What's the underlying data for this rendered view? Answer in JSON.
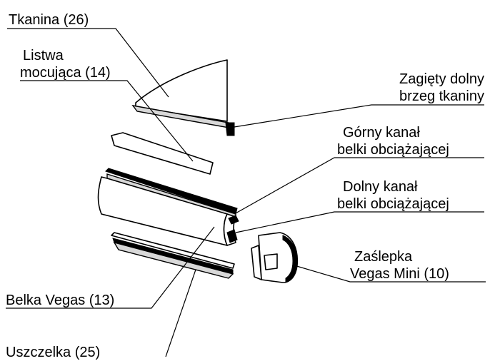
{
  "labels": {
    "tkanina": "Tkanina (26)",
    "listwa_1": "Listwa",
    "listwa_2": "mocująca (14)",
    "zagiety_1": "Zagięty dolny",
    "zagiety_2": "brzeg tkaniny",
    "gorny_1": "Górny kanał",
    "gorny_2": "belki obciążającej",
    "dolny_1": "Dolny kanał",
    "dolny_2": "belki obciążającej",
    "zaslepka_1": "Zaślepka",
    "zaslepka_2": "Vegas Mini (10)",
    "belka": "Belka Vegas (13)",
    "uszczelka": "Uszczelka (25)"
  }
}
